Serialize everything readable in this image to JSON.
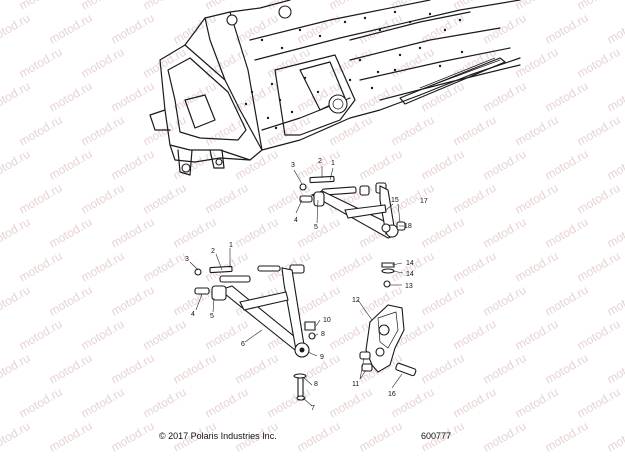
{
  "watermark": "motod.ru",
  "footer": {
    "copyright": "© 2017 Polaris Industries Inc.",
    "diagram_id": "600777"
  },
  "callouts": [
    "1",
    "2",
    "3",
    "4",
    "5",
    "6",
    "7",
    "8",
    "9",
    "10",
    "11",
    "12",
    "13",
    "14",
    "15",
    "16",
    "17",
    "18"
  ]
}
